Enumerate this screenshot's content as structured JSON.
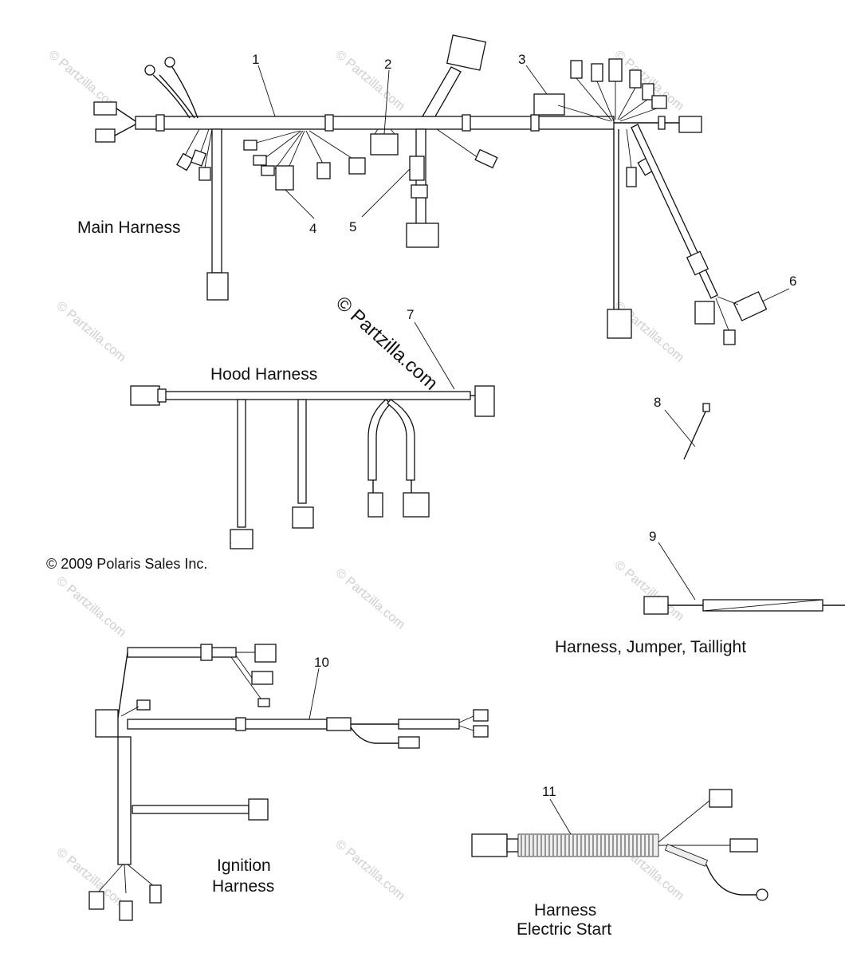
{
  "watermark": {
    "text": "© Partzilla.com"
  },
  "copyright": "© 2009 Polaris Sales Inc.",
  "labels": {
    "main_harness": "Main Harness",
    "hood_harness": "Hood Harness",
    "jumper_taillight": "Harness, Jumper, Taillight",
    "ignition_line1": "Ignition",
    "ignition_line2": "Harness",
    "electric_line1": "Harness",
    "electric_line2": "Electric Start"
  },
  "callouts": [
    "1",
    "2",
    "3",
    "4",
    "5",
    "6",
    "7",
    "8",
    "9",
    "10",
    "11"
  ]
}
